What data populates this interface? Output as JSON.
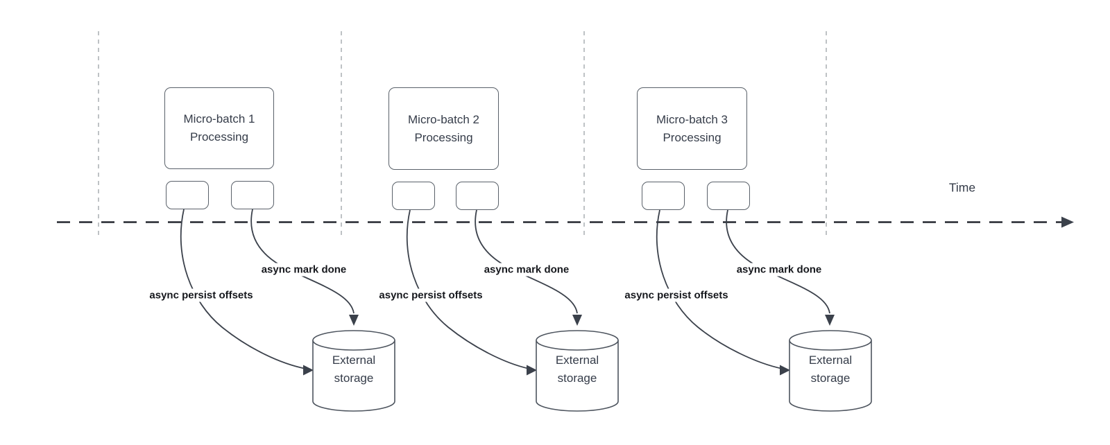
{
  "time_label": "Time",
  "groups": [
    {
      "box_line1": "Micro-batch 1",
      "box_line2": "Processing",
      "persist_label": "async persist offsets",
      "mark_done_label": "async mark done",
      "storage_line1": "External",
      "storage_line2": "storage"
    },
    {
      "box_line1": "Micro-batch 2",
      "box_line2": "Processing",
      "persist_label": "async persist offsets",
      "mark_done_label": "async mark done",
      "storage_line1": "External",
      "storage_line2": "storage"
    },
    {
      "box_line1": "Micro-batch 3",
      "box_line2": "Processing",
      "persist_label": "async persist offsets",
      "mark_done_label": "async mark done",
      "storage_line1": "External",
      "storage_line2": "storage"
    }
  ],
  "colors": {
    "background": "#ffffff",
    "shape_stroke": "#596069",
    "cylinder_stroke": "#4d545e",
    "box_text": "#353c49",
    "bold_label_text": "#15171c",
    "arrow": "#3b414b",
    "timeline": "#23272e",
    "gridline": "#a9adb2"
  }
}
